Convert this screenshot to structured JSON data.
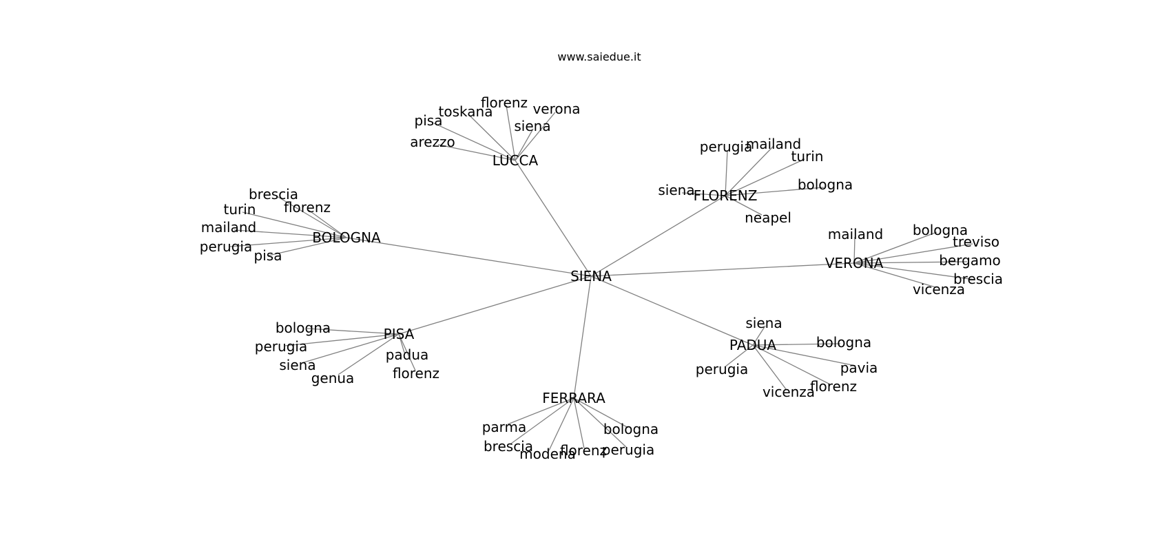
{
  "title": "www.saiedue.it",
  "center": "SIENA",
  "hubs": [
    {
      "id": "lucca",
      "label": "LUCCA",
      "children": [
        "arezzo",
        "pisa",
        "toskana",
        "florenz",
        "siena",
        "verona"
      ]
    },
    {
      "id": "florenz",
      "label": "FLORENZ",
      "children": [
        "siena",
        "perugia",
        "mailand",
        "turin",
        "bologna",
        "neapel"
      ]
    },
    {
      "id": "bologna",
      "label": "BOLOGNA",
      "children": [
        "brescia",
        "florenz",
        "turin",
        "mailand",
        "perugia",
        "pisa"
      ]
    },
    {
      "id": "verona",
      "label": "VERONA",
      "children": [
        "mailand",
        "bologna",
        "treviso",
        "bergamo",
        "brescia",
        "vicenza"
      ]
    },
    {
      "id": "pisa",
      "label": "PISA",
      "children": [
        "bologna",
        "perugia",
        "siena",
        "genua",
        "padua",
        "florenz"
      ]
    },
    {
      "id": "padua",
      "label": "PADUA",
      "children": [
        "siena",
        "bologna",
        "perugia",
        "pavia",
        "florenz",
        "vicenza"
      ]
    },
    {
      "id": "ferrara",
      "label": "FERRARA",
      "children": [
        "parma",
        "brescia",
        "modena",
        "florenz",
        "perugia",
        "bologna"
      ]
    }
  ],
  "colors": {
    "edge": "#808080",
    "text": "#000000",
    "background": "#ffffff"
  }
}
